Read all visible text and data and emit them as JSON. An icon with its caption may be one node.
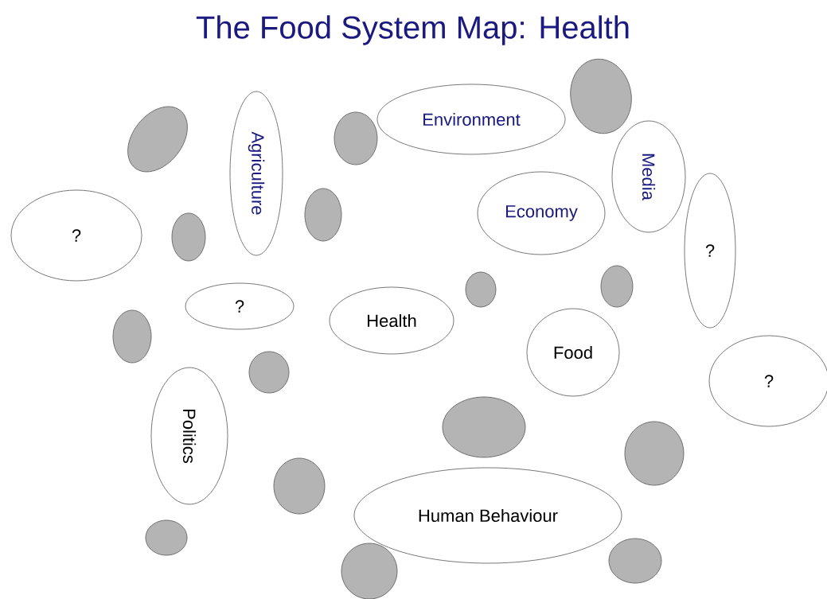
{
  "diagram": {
    "title": "The Food System Map: Health",
    "nodes": [
      {
        "text": [],
        "shape": "ellipse"
      },
      {
        "text": [
          "Environment"
        ]
      },
      {
        "text": [],
        "shape": "ellipse"
      },
      {
        "text": [],
        "shape": "ellipse"
      },
      {
        "text": [
          "Agriculture"
        ]
      },
      {
        "text": [
          "Media"
        ]
      },
      {
        "text": [
          "Economy"
        ]
      },
      {
        "text": [],
        "shape": "ellipse"
      },
      {
        "text": [
          "?"
        ]
      },
      {
        "text": [],
        "shape": "ellipse"
      },
      {
        "text": [
          "?"
        ]
      },
      {
        "text": [],
        "shape": "ellipse"
      },
      {
        "text": [],
        "shape": "ellipse"
      },
      {
        "text": [
          "?"
        ]
      },
      {
        "text": [
          "Health"
        ]
      },
      {
        "text": [],
        "shape": "ellipse"
      },
      {
        "text": [
          "Food"
        ]
      },
      {
        "text": [],
        "shape": "ellipse"
      },
      {
        "text": [
          "?"
        ]
      },
      {
        "text": [],
        "shape": "ellipse"
      },
      {
        "text": [
          "Politics"
        ]
      },
      {
        "text": [],
        "shape": "ellipse"
      },
      {
        "text": [],
        "shape": "ellipse"
      },
      {
        "text": [
          "Human Behaviour"
        ]
      },
      {
        "text": [],
        "shape": "ellipse"
      },
      {
        "text": [],
        "shape": "ellipse"
      },
      {
        "text": [],
        "shape": "ellipse"
      }
    ]
  }
}
